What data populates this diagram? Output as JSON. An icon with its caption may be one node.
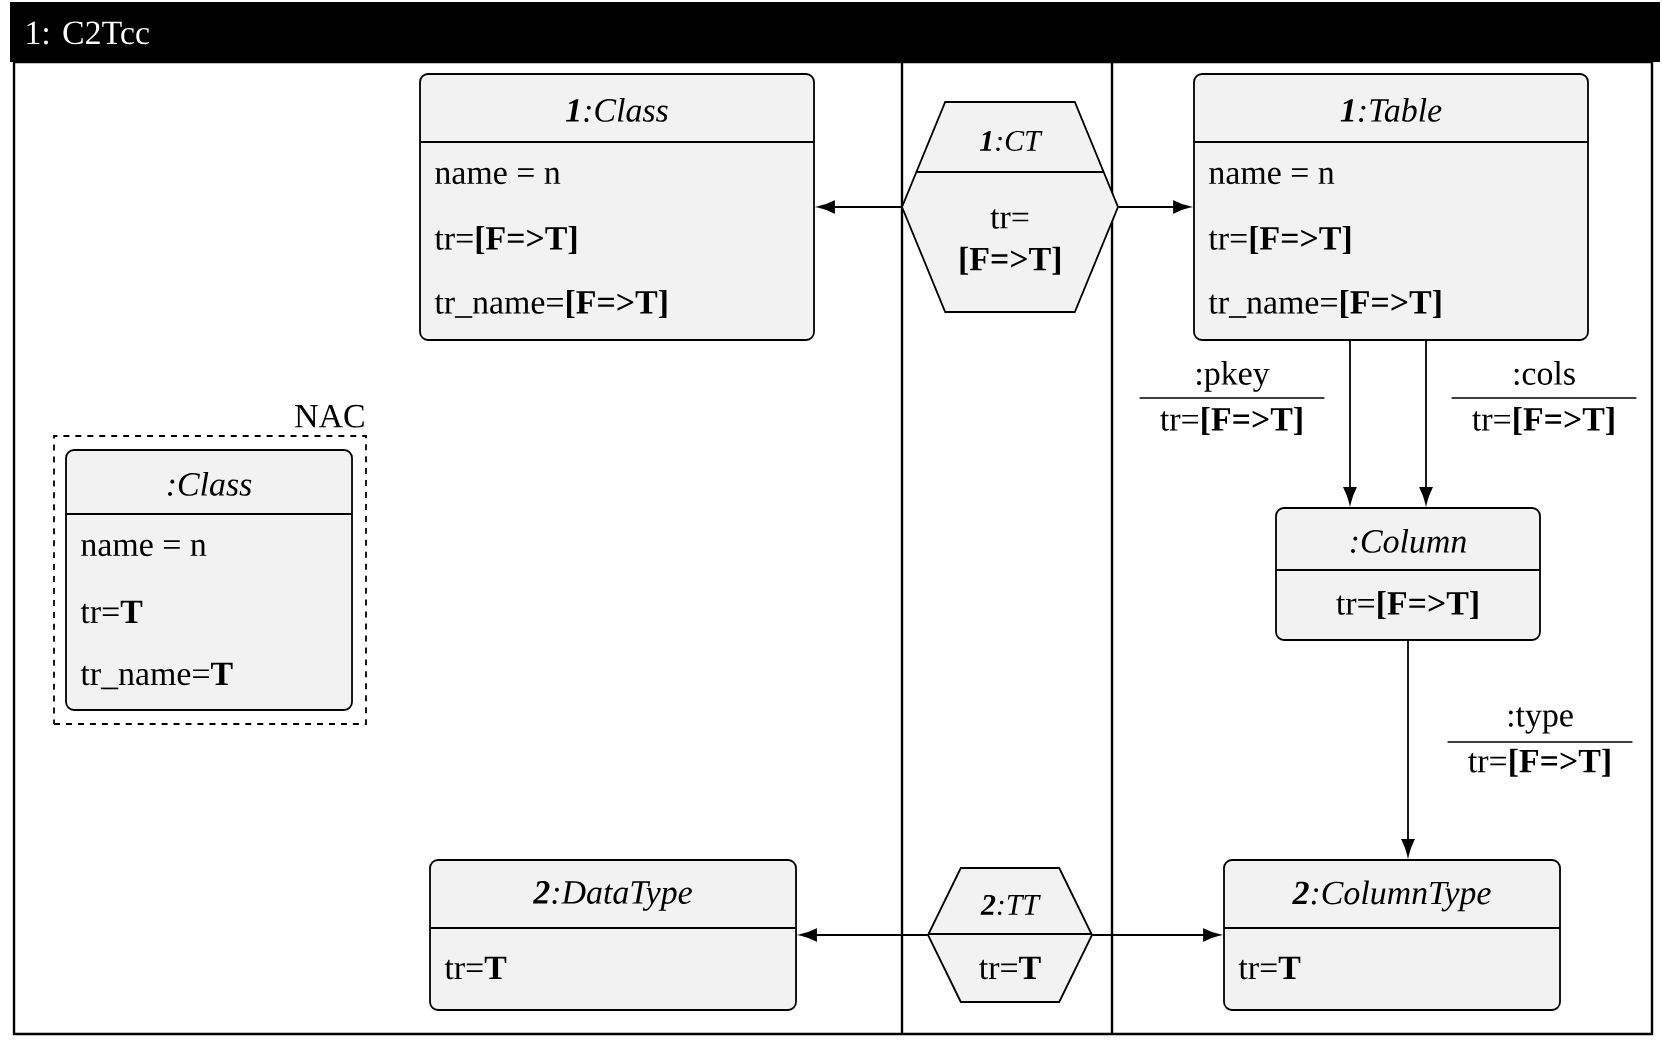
{
  "diagram": {
    "title": "1: C2Tcc",
    "nodes": [
      {
        "text": [
          "**1**:Class",
          "name = n",
          "tr=**[F=>T]**",
          "tr_name=**[F=>T]**"
        ]
      },
      {
        "text": [
          "**1**:CT",
          "tr= **[F=>T]**"
        ]
      },
      {
        "text": [
          "**1**:Table",
          "name = n",
          "tr=**[F=>T]**",
          "tr_name=**[F=>T]**"
        ]
      },
      {
        "text": [
          "NAC"
        ]
      },
      {
        "text": [
          ":Class",
          "name = n",
          "tr=**T**",
          "tr_name=**T**"
        ],
        "in": 3
      },
      {
        "text": [
          ":Column",
          "tr=**[F=>T]**"
        ]
      },
      {
        "text": [
          "**2**:DataType",
          "tr=**T**"
        ]
      },
      {
        "text": [
          "**2**:TT",
          "tr=**T**"
        ]
      },
      {
        "text": [
          "**2**:ColumnType",
          "tr=**T**"
        ]
      }
    ],
    "edges": [
      {
        "from": 1,
        "to": 0,
        "arrow": "to"
      },
      {
        "from": 1,
        "to": 2,
        "arrow": "to"
      },
      {
        "from": 2,
        "to": 5,
        "arrow": "to",
        "label": ":pkey tr=**[F=>T]**"
      },
      {
        "from": 2,
        "to": 5,
        "arrow": "to",
        "label": ":cols tr=**[F=>T]**"
      },
      {
        "from": 5,
        "to": 8,
        "arrow": "to",
        "label": ":type tr=**[F=>T]**"
      },
      {
        "from": 7,
        "to": 6,
        "arrow": "to"
      },
      {
        "from": 7,
        "to": 8,
        "arrow": "to"
      }
    ]
  }
}
